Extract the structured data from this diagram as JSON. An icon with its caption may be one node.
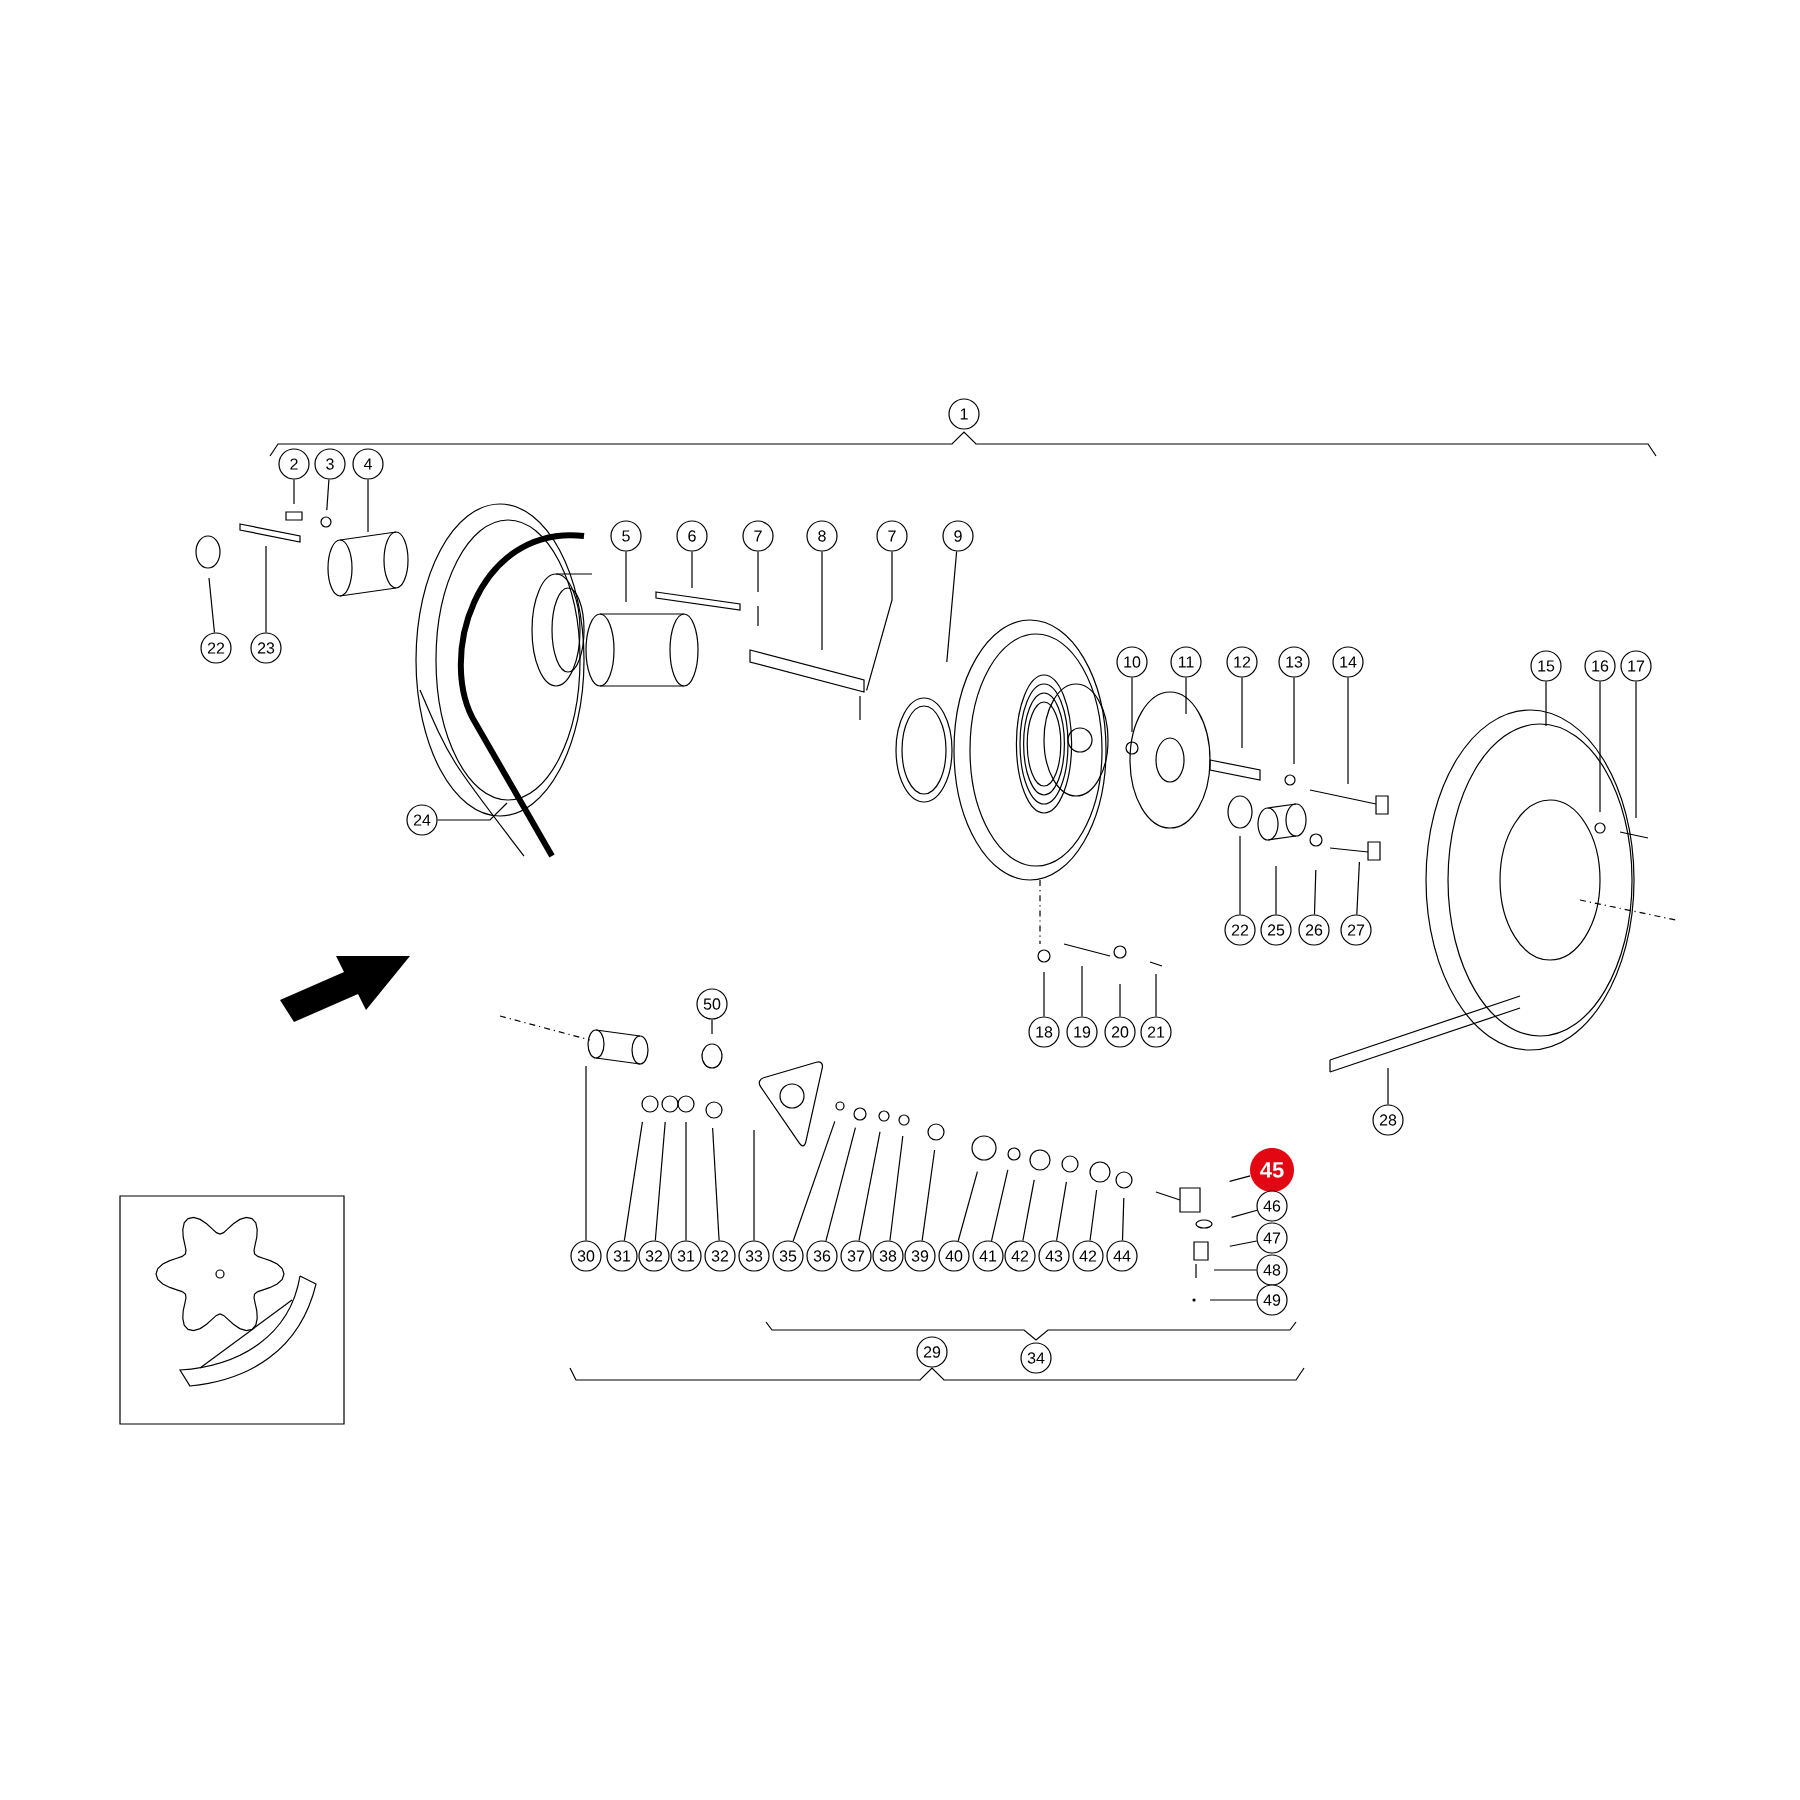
{
  "diagram": {
    "nodes": [
      {
        "text": [
          "1"
        ]
      },
      {
        "text": [
          "2"
        ]
      },
      {
        "text": [
          "3"
        ]
      },
      {
        "text": [
          "4"
        ]
      },
      {
        "text": [
          "5"
        ]
      },
      {
        "text": [
          "6"
        ]
      },
      {
        "text": [
          "7"
        ]
      },
      {
        "text": [
          "8"
        ]
      },
      {
        "text": [
          "7"
        ]
      },
      {
        "text": [
          "9"
        ]
      },
      {
        "text": [
          "22"
        ]
      },
      {
        "text": [
          "23"
        ]
      },
      {
        "text": [
          "10"
        ]
      },
      {
        "text": [
          "11"
        ]
      },
      {
        "text": [
          "12"
        ]
      },
      {
        "text": [
          "13"
        ]
      },
      {
        "text": [
          "14"
        ]
      },
      {
        "text": [
          "15"
        ]
      },
      {
        "text": [
          "16"
        ]
      },
      {
        "text": [
          "17"
        ]
      },
      {
        "text": [
          "24"
        ]
      },
      {
        "text": [
          "22"
        ]
      },
      {
        "text": [
          "25"
        ]
      },
      {
        "text": [
          "26"
        ]
      },
      {
        "text": [
          "27"
        ]
      },
      {
        "text": [
          "50"
        ]
      },
      {
        "text": [
          "18"
        ]
      },
      {
        "text": [
          "19"
        ]
      },
      {
        "text": [
          "20"
        ]
      },
      {
        "text": [
          "21"
        ]
      },
      {
        "text": [
          "28"
        ]
      },
      {
        "text": [
          "45"
        ]
      },
      {
        "text": [
          "30"
        ]
      },
      {
        "text": [
          "31"
        ]
      },
      {
        "text": [
          "32"
        ]
      },
      {
        "text": [
          "31"
        ]
      },
      {
        "text": [
          "32"
        ]
      },
      {
        "text": [
          "33"
        ]
      },
      {
        "text": [
          "35"
        ]
      },
      {
        "text": [
          "36"
        ]
      },
      {
        "text": [
          "37"
        ]
      },
      {
        "text": [
          "38"
        ]
      },
      {
        "text": [
          "39"
        ]
      },
      {
        "text": [
          "40"
        ]
      },
      {
        "text": [
          "41"
        ]
      },
      {
        "text": [
          "42"
        ]
      },
      {
        "text": [
          "43"
        ]
      },
      {
        "text": [
          "42"
        ]
      },
      {
        "text": [
          "44"
        ]
      },
      {
        "text": [
          "46"
        ]
      },
      {
        "text": [
          "47"
        ]
      },
      {
        "text": [
          "48"
        ]
      },
      {
        "text": [
          "49"
        ]
      },
      {
        "text": [
          "34"
        ]
      },
      {
        "text": [
          "29"
        ]
      }
    ],
    "edges": [
      {
        "from": 1,
        "to": null,
        "arrow": "none"
      },
      {
        "from": 2,
        "to": null,
        "arrow": "none"
      },
      {
        "from": 3,
        "to": null,
        "arrow": "none"
      },
      {
        "from": 4,
        "to": null,
        "arrow": "none"
      },
      {
        "from": 5,
        "to": null,
        "arrow": "none"
      },
      {
        "from": 6,
        "to": null,
        "arrow": "none"
      },
      {
        "from": 7,
        "to": null,
        "arrow": "none"
      },
      {
        "from": 8,
        "to": null,
        "arrow": "none"
      },
      {
        "from": 9,
        "to": null,
        "arrow": "none"
      },
      {
        "from": 10,
        "to": null,
        "arrow": "none"
      },
      {
        "from": 11,
        "to": null,
        "arrow": "none"
      },
      {
        "from": 12,
        "to": null,
        "arrow": "none"
      },
      {
        "from": 13,
        "to": null,
        "arrow": "none"
      },
      {
        "from": 14,
        "to": null,
        "arrow": "none"
      },
      {
        "from": 15,
        "to": null,
        "arrow": "none"
      },
      {
        "from": 16,
        "to": null,
        "arrow": "none"
      },
      {
        "from": 17,
        "to": null,
        "arrow": "none"
      },
      {
        "from": 18,
        "to": null,
        "arrow": "none"
      },
      {
        "from": 19,
        "to": null,
        "arrow": "none"
      },
      {
        "from": 20,
        "to": null,
        "arrow": "none"
      },
      {
        "from": 21,
        "to": null,
        "arrow": "none"
      },
      {
        "from": 22,
        "to": null,
        "arrow": "none"
      },
      {
        "from": 23,
        "to": null,
        "arrow": "none"
      },
      {
        "from": 24,
        "to": null,
        "arrow": "none"
      },
      {
        "from": 25,
        "to": null,
        "arrow": "none"
      },
      {
        "from": 26,
        "to": null,
        "arrow": "none"
      },
      {
        "from": 27,
        "to": null,
        "arrow": "none"
      },
      {
        "from": 28,
        "to": null,
        "arrow": "none"
      },
      {
        "from": 29,
        "to": null,
        "arrow": "none"
      },
      {
        "from": 30,
        "to": null,
        "arrow": "none"
      },
      {
        "from": 31,
        "to": null,
        "arrow": "none"
      },
      {
        "from": 32,
        "to": null,
        "arrow": "none"
      },
      {
        "from": 33,
        "to": null,
        "arrow": "none"
      },
      {
        "from": 34,
        "to": null,
        "arrow": "none"
      },
      {
        "from": 35,
        "to": null,
        "arrow": "none"
      },
      {
        "from": 36,
        "to": null,
        "arrow": "none"
      },
      {
        "from": 37,
        "to": null,
        "arrow": "none"
      },
      {
        "from": 38,
        "to": null,
        "arrow": "none"
      },
      {
        "from": 39,
        "to": null,
        "arrow": "none"
      },
      {
        "from": 40,
        "to": null,
        "arrow": "none"
      },
      {
        "from": 41,
        "to": null,
        "arrow": "none"
      },
      {
        "from": 42,
        "to": null,
        "arrow": "none"
      },
      {
        "from": 43,
        "to": null,
        "arrow": "none"
      },
      {
        "from": 44,
        "to": null,
        "arrow": "none"
      },
      {
        "from": 45,
        "to": null,
        "arrow": "none"
      },
      {
        "from": 46,
        "to": null,
        "arrow": "none"
      },
      {
        "from": 47,
        "to": null,
        "arrow": "none"
      },
      {
        "from": 48,
        "to": null,
        "arrow": "none"
      },
      {
        "from": 49,
        "to": null,
        "arrow": "none"
      },
      {
        "from": 50,
        "to": null,
        "arrow": "none"
      },
      {
        "from": 51,
        "to": null,
        "arrow": "none"
      },
      {
        "from": 52,
        "to": null,
        "arrow": "none"
      }
    ]
  }
}
